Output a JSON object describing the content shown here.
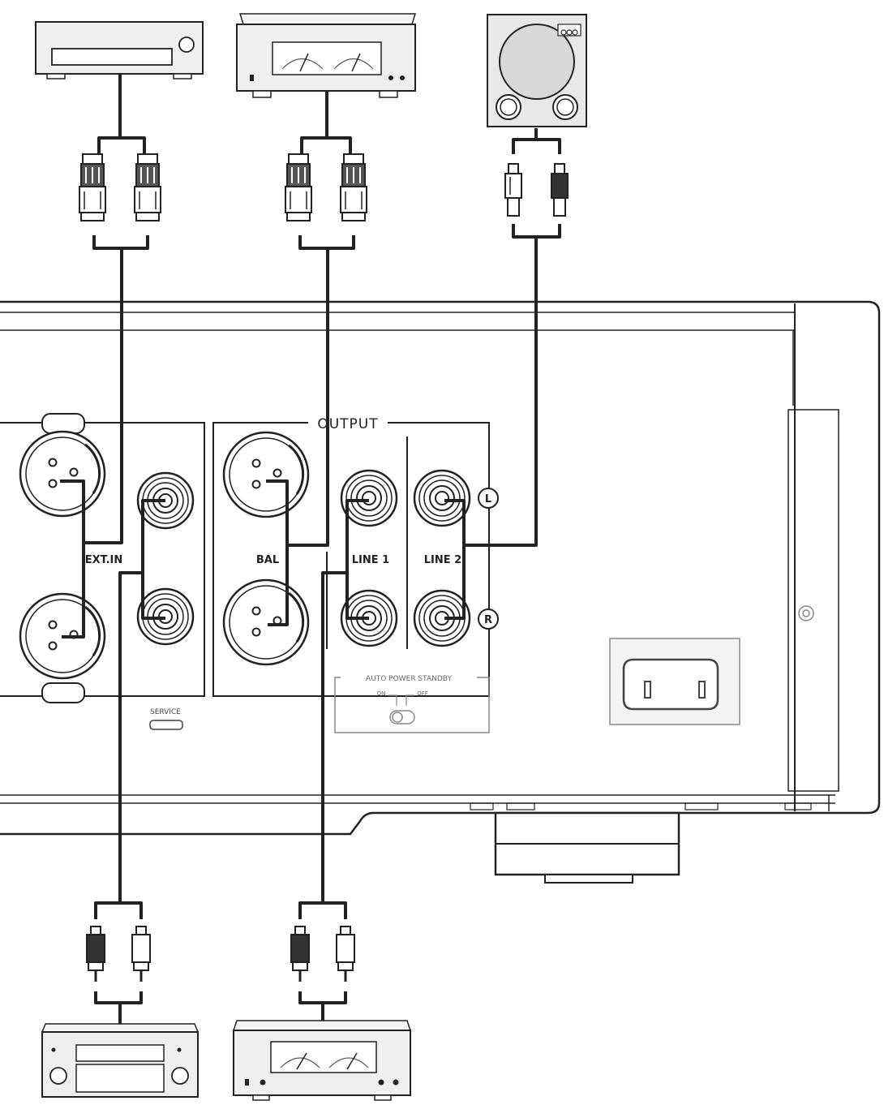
{
  "panel": {
    "output_label": "OUTPUT",
    "ext_in_label": "EXT.IN",
    "bal_label": "BAL",
    "line1_label": "LINE 1",
    "line2_label": "LINE 2",
    "channel_left": "L",
    "channel_right": "R",
    "service_label": "SERVICE",
    "auto_power_standby_label": "AUTO POWER STANDBY",
    "switch_on_label": "ON",
    "switch_off_label": "OFF"
  },
  "devices": {
    "top": [
      "cd-player",
      "power-amplifier",
      "subwoofer"
    ],
    "bottom": [
      "av-receiver",
      "integrated-amplifier"
    ]
  },
  "colors": {
    "line": "#222222",
    "device_fill": "#efefef",
    "panel_bg": "#ffffff"
  }
}
